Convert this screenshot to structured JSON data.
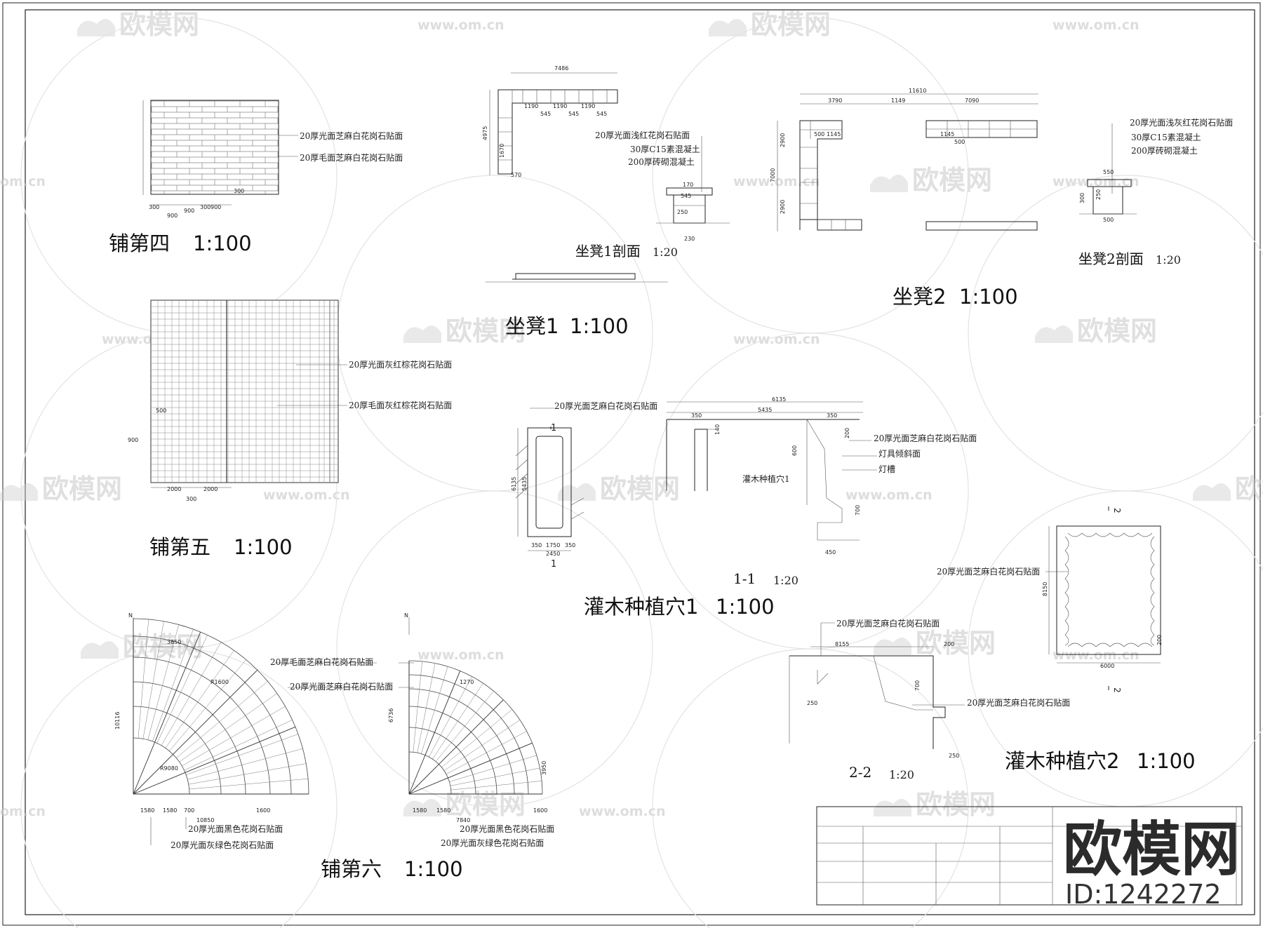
{
  "watermark": {
    "logo": "欧模网",
    "url": "www.om.cn",
    "url_short": "om.cn"
  },
  "brand": {
    "name": "欧模网",
    "id": "ID:1242272"
  },
  "drawings": {
    "pave4": {
      "title": "铺第四",
      "scale": "1:100",
      "notes": [
        "20厚光面芝麻白花岗石贴面",
        "20厚毛面芝麻白花岗石贴面"
      ],
      "dims": [
        "300",
        "900",
        "300",
        "900",
        "900",
        "300"
      ]
    },
    "pave5": {
      "title": "铺第五",
      "scale": "1:100",
      "notes": [
        "20厚光面灰红棕花岗石贴面",
        "20厚毛面灰红棕花岗石贴面"
      ],
      "dims": [
        "2000",
        "2000",
        "300",
        "900",
        "500"
      ]
    },
    "pave6": {
      "title": "铺第六",
      "scale": "1:100",
      "notes_a": [
        "20厚毛面芝麻白花岗石贴面",
        "20厚光面芝麻白花岗石贴面"
      ],
      "notes_b": [
        "20厚光面黑色花岗石贴面",
        "20厚光面灰绿色花岗石贴面"
      ],
      "dims": [
        "3850",
        "10116",
        "1580",
        "1580",
        "700",
        "10850",
        "1600",
        "R1600",
        "R9080",
        "1580",
        "1580",
        "7840",
        "1600",
        "6736",
        "3950",
        "1270"
      ]
    },
    "bench1": {
      "title": "坐凳1",
      "scale": "1:100",
      "section_title": "坐凳1剖面",
      "section_scale": "1:20",
      "notes": [
        "20厚光面浅红花岗石贴面",
        "30厚C15素混凝土",
        "200厚砖砌混凝土"
      ],
      "dims": [
        "7486",
        "4975",
        "1190",
        "1190",
        "1190",
        "545",
        "545",
        "545",
        "1670",
        "570",
        "545",
        "170",
        "250",
        "230"
      ]
    },
    "bench2": {
      "title": "坐凳2",
      "scale": "1:100",
      "section_title": "坐凳2剖面",
      "section_scale": "1:20",
      "notes": [
        "20厚光面浅灰红花岗石贴面",
        "30厚C15素混凝土",
        "200厚砖砌混凝土"
      ],
      "dims": [
        "11610",
        "3790",
        "1149",
        "7090",
        "1145",
        "500",
        "1145",
        "500",
        "7000",
        "2900",
        "2900",
        "550",
        "500",
        "250",
        "300"
      ]
    },
    "shrub1": {
      "title": "灌木种植穴1",
      "scale": "1:100",
      "section_title": "1-1",
      "section_scale": "1:20",
      "notes": [
        "20厚光面芝麻白花岗石贴面",
        "20厚光面芝麻白花岗石贴面",
        "灯具倾斜面",
        "灯槽"
      ],
      "label": "灌木种植穴1",
      "dims": [
        "6135",
        "5435",
        "350",
        "350",
        "1750",
        "2450",
        "350",
        "350",
        "600",
        "450",
        "200",
        "140",
        "700"
      ],
      "mark": "1"
    },
    "shrub2": {
      "title": "灌木种植穴2",
      "scale": "1:100",
      "section_title": "2-2",
      "section_scale": "1:20",
      "notes": [
        "20厚光面芝麻白花岗石贴面",
        "20厚光面芝麻白花岗石贴面",
        "20厚光面芝麻白花岗石贴面"
      ],
      "dims": [
        "6000",
        "8150",
        "8155",
        "200",
        "700",
        "250",
        "250",
        "200"
      ],
      "mark": "2"
    }
  }
}
